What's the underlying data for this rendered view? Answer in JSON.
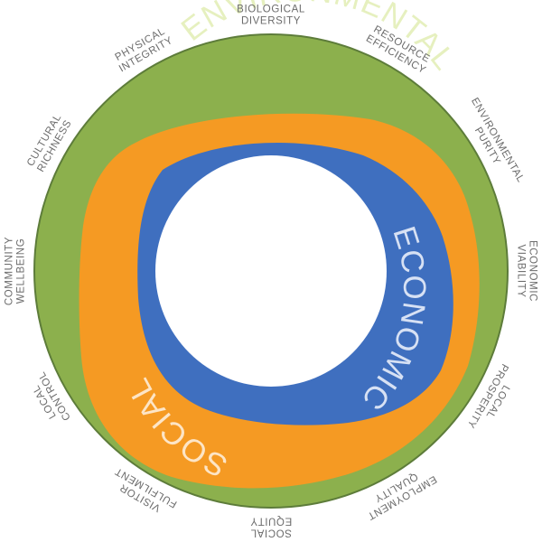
{
  "rings": {
    "environmental": {
      "label": "ENVIRONMENTAL",
      "color": "#8cb04d",
      "text_color": "#e6f0bf"
    },
    "social": {
      "label": "SOCIAL",
      "color": "#f59a23",
      "text_color": "#fde5c6"
    },
    "economic": {
      "label": "ECONOMIC",
      "color": "#3f6fbf",
      "text_color": "#d7e1f4"
    }
  },
  "outline_color": "#5d7c3a",
  "outer_labels": [
    {
      "id": "biological-diversity",
      "lines": [
        "BIOLOGICAL",
        "DIVERSITY"
      ]
    },
    {
      "id": "resource-efficiency",
      "lines": [
        "RESOURCE",
        "EFFICIENCY"
      ]
    },
    {
      "id": "environmental-purity",
      "lines": [
        "ENVIRONMENTAL",
        "PURITY"
      ]
    },
    {
      "id": "economic-viability",
      "lines": [
        "ECONOMIC",
        "VIABILITY"
      ]
    },
    {
      "id": "local-prosperity",
      "lines": [
        "LOCAL",
        "PROSPERITY"
      ]
    },
    {
      "id": "employment-quality",
      "lines": [
        "EMPLOYMENT",
        "QUALITY"
      ]
    },
    {
      "id": "social-equity",
      "lines": [
        "SOCIAL",
        "EQUITY"
      ]
    },
    {
      "id": "visitor-fulfilment",
      "lines": [
        "VISITOR",
        "FULFILMENT"
      ]
    },
    {
      "id": "local-control",
      "lines": [
        "LOCAL",
        "CONTROL"
      ]
    },
    {
      "id": "community-wellbeing",
      "lines": [
        "COMMUNITY",
        "WELLBEING"
      ]
    },
    {
      "id": "cultural-richness",
      "lines": [
        "CULTURAL",
        "RICHNESS"
      ]
    },
    {
      "id": "physical-integrity",
      "lines": [
        "PHYSICAL",
        "INTEGRITY"
      ]
    }
  ]
}
